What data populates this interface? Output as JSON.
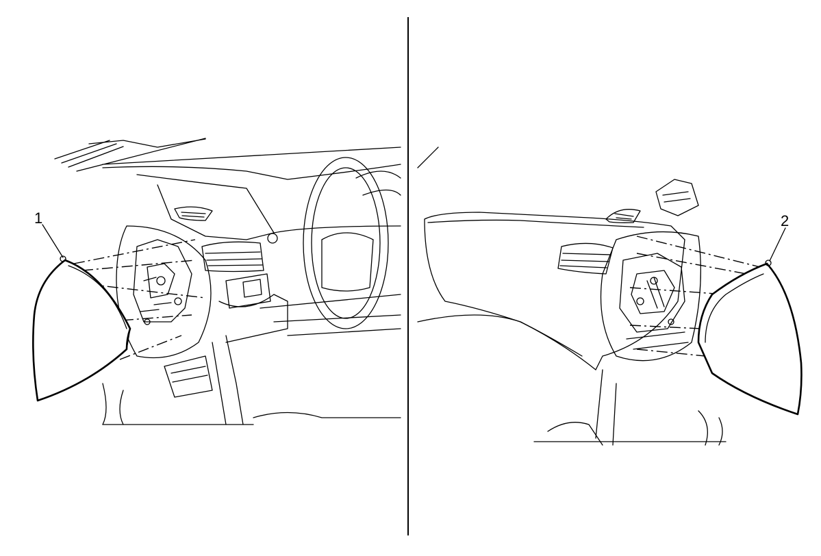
{
  "figure": {
    "panels": [
      {
        "callout": "1",
        "part": "left-instrument-panel-end-cap"
      },
      {
        "callout": "2",
        "part": "right-instrument-panel-end-cap"
      }
    ]
  }
}
